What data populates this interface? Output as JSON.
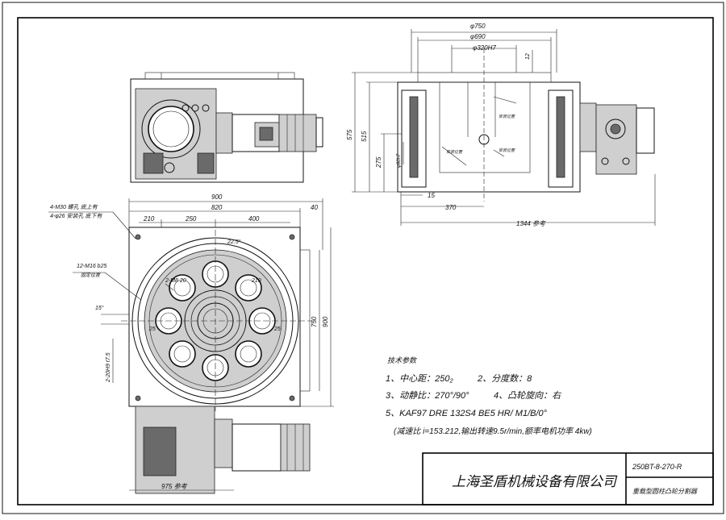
{
  "title_block": {
    "company": "上海圣盾机械设备有限公司",
    "drawing_no": "250BT-8-270-R",
    "drawing_name": "重载型圆柱凸轮分割器"
  },
  "tech_params": {
    "heading": "技术参数",
    "line1_a": "1、中心距：250₂",
    "line1_b": "2、分度数：8",
    "line2_a": "3、动静比：270°/90°",
    "line2_b": "4、凸轮旋向：右",
    "line3": "5、KAF97 DRE 132S4 BE5 HR/ M1/B/0°",
    "line4": "(减速比 i=153.212,输出转速9.5r/min,额率电机功率 4kw)"
  },
  "dims_right_view": {
    "d750": "φ750",
    "d690": "φ690",
    "d320": "φ320H7",
    "d12": "12",
    "h575": "575",
    "h515": "515",
    "h275": "275",
    "d90": "φ90h7",
    "w15": "15",
    "w370": "370",
    "w1344": "1344 参考"
  },
  "dims_plan_view": {
    "w900": "900",
    "w820": "820",
    "w40": "40",
    "w210": "210",
    "w250": "250",
    "w400": "400",
    "w975": "975 参考",
    "h750": "750",
    "h900": "900",
    "a22": "22.5°",
    "a15": "15°",
    "r210": "210",
    "r25": "25"
  },
  "callouts": {
    "m30": "4-M30 螺孔 底上有",
    "d26": "4-φ26 安装孔 底下有",
    "m16": "12-M16 b25",
    "m16_sub": "固定位置",
    "m8": "2-M8 20",
    "pin": "2-20H9 t7.5"
  },
  "small_labels": {
    "a": "安装位置",
    "b": "安装位置",
    "c": "安装位置"
  }
}
